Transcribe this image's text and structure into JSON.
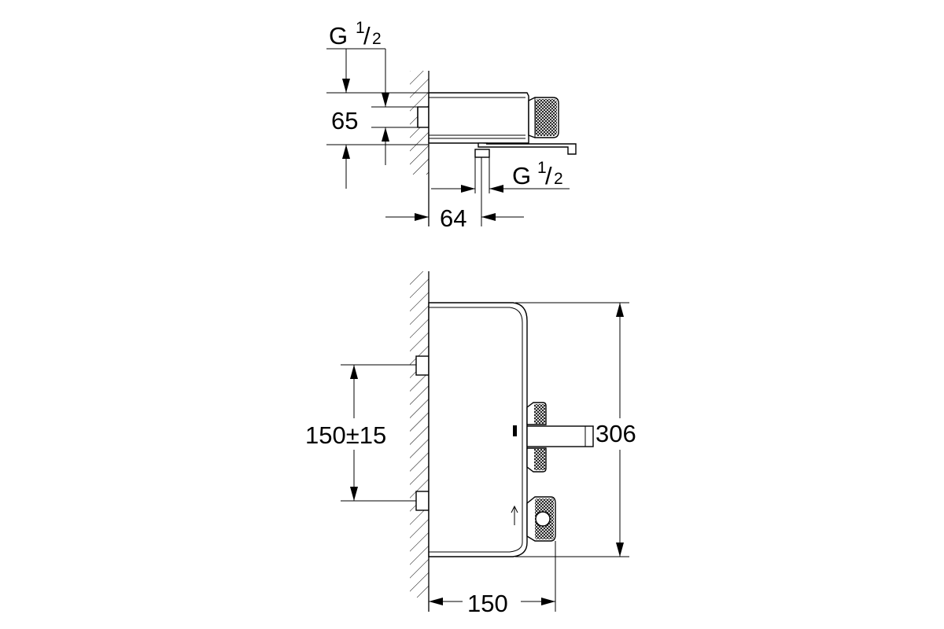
{
  "side_view": {
    "inlet_thread": {
      "g": "G",
      "num": "1",
      "slash": "/",
      "den": "2"
    },
    "outlet_thread": {
      "g": "G",
      "num": "1",
      "slash": "/",
      "den": "2"
    },
    "height_dim": "65",
    "outlet_offset_dim": "64"
  },
  "front_view": {
    "inlet_spacing_dim": "150±15",
    "height_dim": "306",
    "depth_dim": "150"
  }
}
